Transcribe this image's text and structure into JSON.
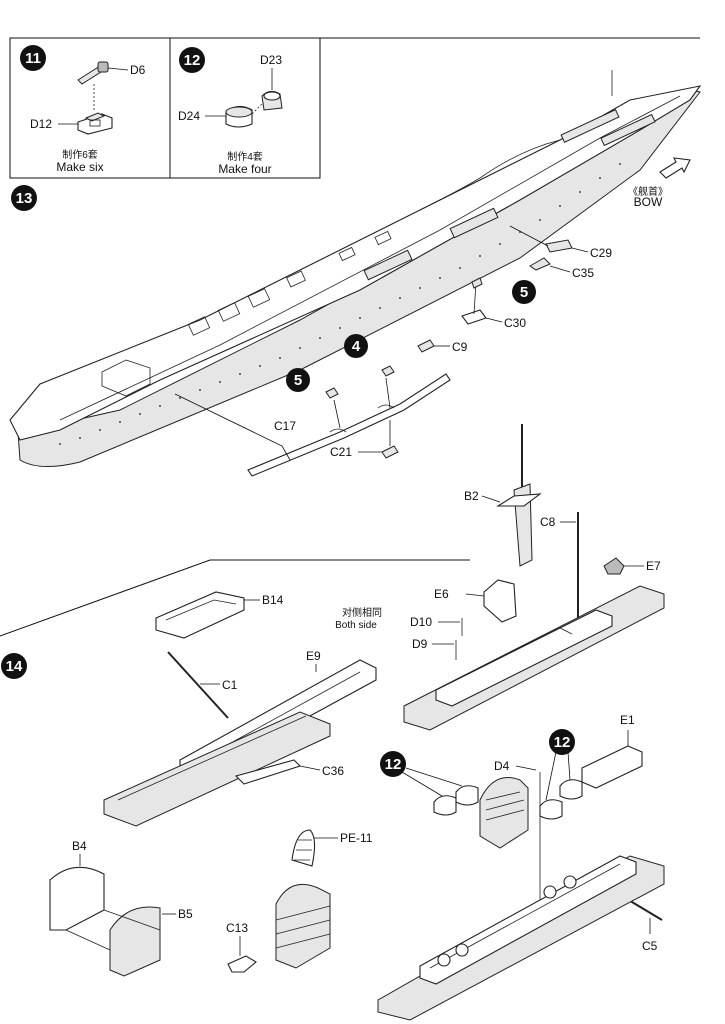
{
  "colors": {
    "ink": "#111111",
    "paper": "#ffffff",
    "badge": "#111111",
    "badge_text": "#ffffff",
    "part_fill_light": "#e6e6e6",
    "part_fill_dark": "#bbbbbb"
  },
  "steps": {
    "s11": {
      "number": "11",
      "part_top": "D6",
      "part_bottom": "D12",
      "note_cn": "制作6套",
      "note_en": "Make six"
    },
    "s12": {
      "number": "12",
      "part_top": "D23",
      "part_bottom": "D24",
      "note_cn": "制作4套",
      "note_en": "Make four"
    },
    "s13": {
      "number": "13",
      "bow_cn": "《舰首》",
      "bow_en": "BOW",
      "parts": {
        "c29": "C29",
        "c35": "C35",
        "c30": "C30",
        "c9": "C9",
        "c17": "C17",
        "c21": "C21"
      },
      "sub_refs": {
        "r5a": "5",
        "r4": "4",
        "r5b": "5"
      }
    },
    "s14": {
      "number": "14",
      "parts": {
        "b14": "B14",
        "c1": "C1",
        "e9": "E9",
        "c36": "C36",
        "b2": "B2",
        "c8": "C8",
        "e7": "E7",
        "e6": "E6",
        "d10": "D10",
        "d9": "D9",
        "b4": "B4",
        "b5": "B5",
        "pe11": "PE-11",
        "c13": "C13",
        "d4": "D4",
        "e1": "E1",
        "c5": "C5"
      },
      "both_side_cn": "对侧相同",
      "both_side_en": "Both side",
      "sub_refs": {
        "r12a": "12",
        "r12b": "12"
      }
    }
  }
}
